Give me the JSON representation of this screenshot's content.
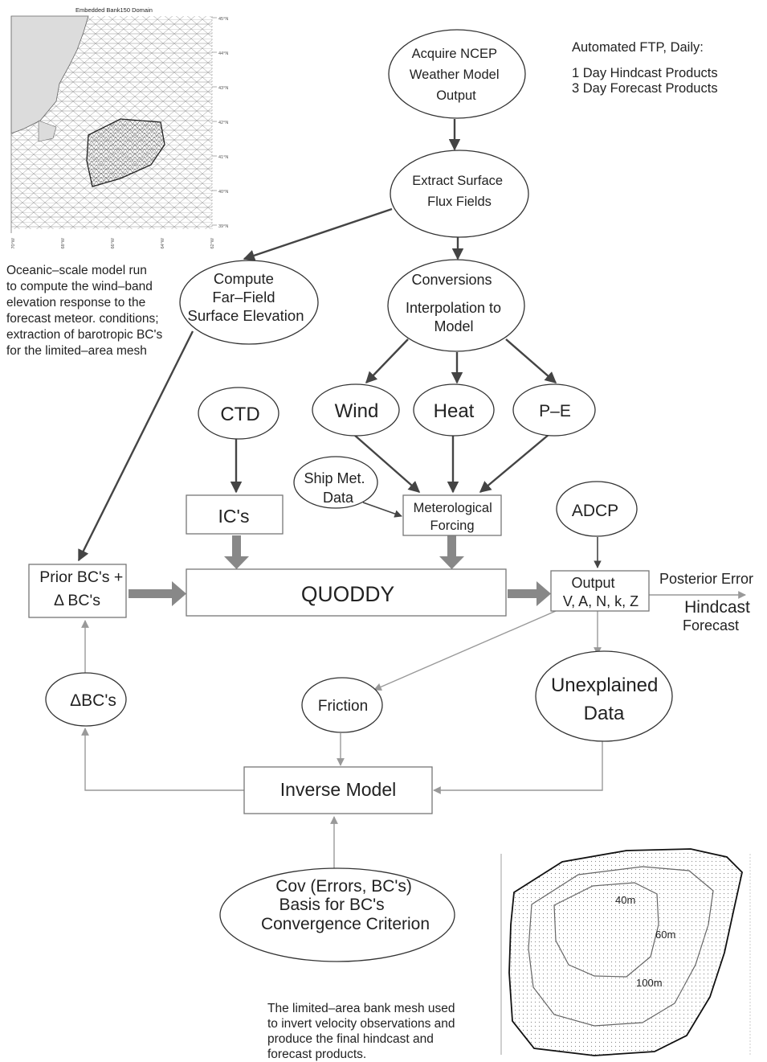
{
  "domain_map": {
    "title": "Embedded Bank150 Domain",
    "lat_labels": [
      "45°N",
      "44°N",
      "43°N",
      "42°N",
      "41°N",
      "40°N",
      "39°N"
    ],
    "lon_labels": [
      "70°W",
      "68°W",
      "66°W",
      "64°W",
      "62°W"
    ]
  },
  "notes": {
    "ftp": [
      "Automated FTP, Daily:",
      "",
      "1 Day Hindcast Products",
      "3 Day Forecast Products"
    ],
    "oceanic": [
      "Oceanic–scale model run",
      "to compute the wind–band",
      "elevation response to the",
      "forecast meteor. conditions;",
      "extraction of barotropic BC's",
      "for the limited–area mesh"
    ],
    "bank": [
      "The limited–area bank mesh used",
      "to invert velocity observations and",
      "produce the final hindcast and",
      "forecast products."
    ]
  },
  "nodes": {
    "ncep": [
      "Acquire NCEP",
      "Weather Model",
      "Output"
    ],
    "extract": [
      "Extract Surface",
      "Flux Fields"
    ],
    "farfield": [
      "Compute",
      "Far–Field",
      "Surface Elevation"
    ],
    "conversions": [
      "Conversions",
      "Interpolation to",
      "Model"
    ],
    "wind": "Wind",
    "heat": "Heat",
    "pe": "P–E",
    "ctd": "CTD",
    "shipmet": [
      "Ship Met.",
      "Data"
    ],
    "ics": "IC's",
    "metforcing": [
      "Meterological",
      "Forcing"
    ],
    "adcp": "ADCP",
    "prior_bc": [
      "Prior BC's +",
      "Δ BC's"
    ],
    "quoddy": "QUODDY",
    "output": [
      "Output",
      "V, A, N, k, Z"
    ],
    "posterior": "Posterior Error",
    "hindcast": "Hindcast",
    "forecast": "Forecast",
    "delta_bc": "ΔBC's",
    "friction": "Friction",
    "unexplained": [
      "Unexplained",
      "Data"
    ],
    "inverse": "Inverse Model",
    "cov": [
      "Cov (Errors, BC's)",
      "Basis for BC's",
      "Convergence Criterion"
    ]
  },
  "bank_map": {
    "contours": [
      "40m",
      "60m",
      "100m"
    ]
  }
}
